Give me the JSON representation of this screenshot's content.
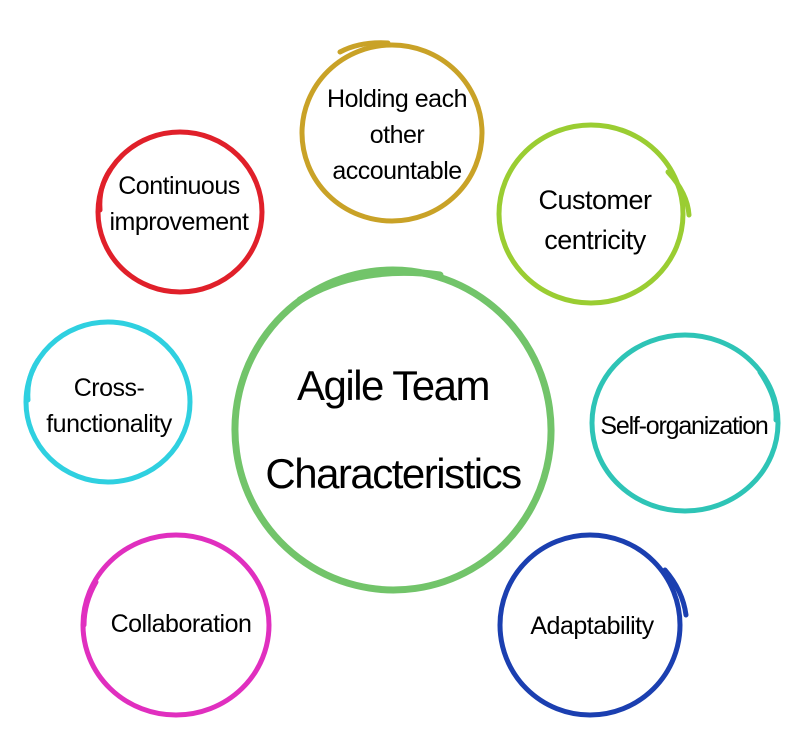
{
  "diagram": {
    "center": {
      "lines": [
        "Agile Team",
        "Characteristics"
      ],
      "color": "#72c46a"
    },
    "items": [
      {
        "id": "holding-each-other-accountable",
        "lines": [
          "Holding each",
          "other",
          "accountable"
        ],
        "color": "#c9a227"
      },
      {
        "id": "customer-centricity",
        "lines": [
          "Customer",
          "centricity"
        ],
        "color": "#9acd32"
      },
      {
        "id": "self-organization",
        "lines": [
          "Self-organization"
        ],
        "color": "#2ec4b6"
      },
      {
        "id": "adaptability",
        "lines": [
          "Adaptability"
        ],
        "color": "#1b3fb0"
      },
      {
        "id": "collaboration",
        "lines": [
          "Collaboration"
        ],
        "color": "#e02fbf"
      },
      {
        "id": "cross-functionality",
        "lines": [
          "Cross-",
          "functionality"
        ],
        "color": "#2fd0e0"
      },
      {
        "id": "continuous-improvement",
        "lines": [
          "Continuous",
          "improvement"
        ],
        "color": "#e0202a"
      }
    ]
  }
}
